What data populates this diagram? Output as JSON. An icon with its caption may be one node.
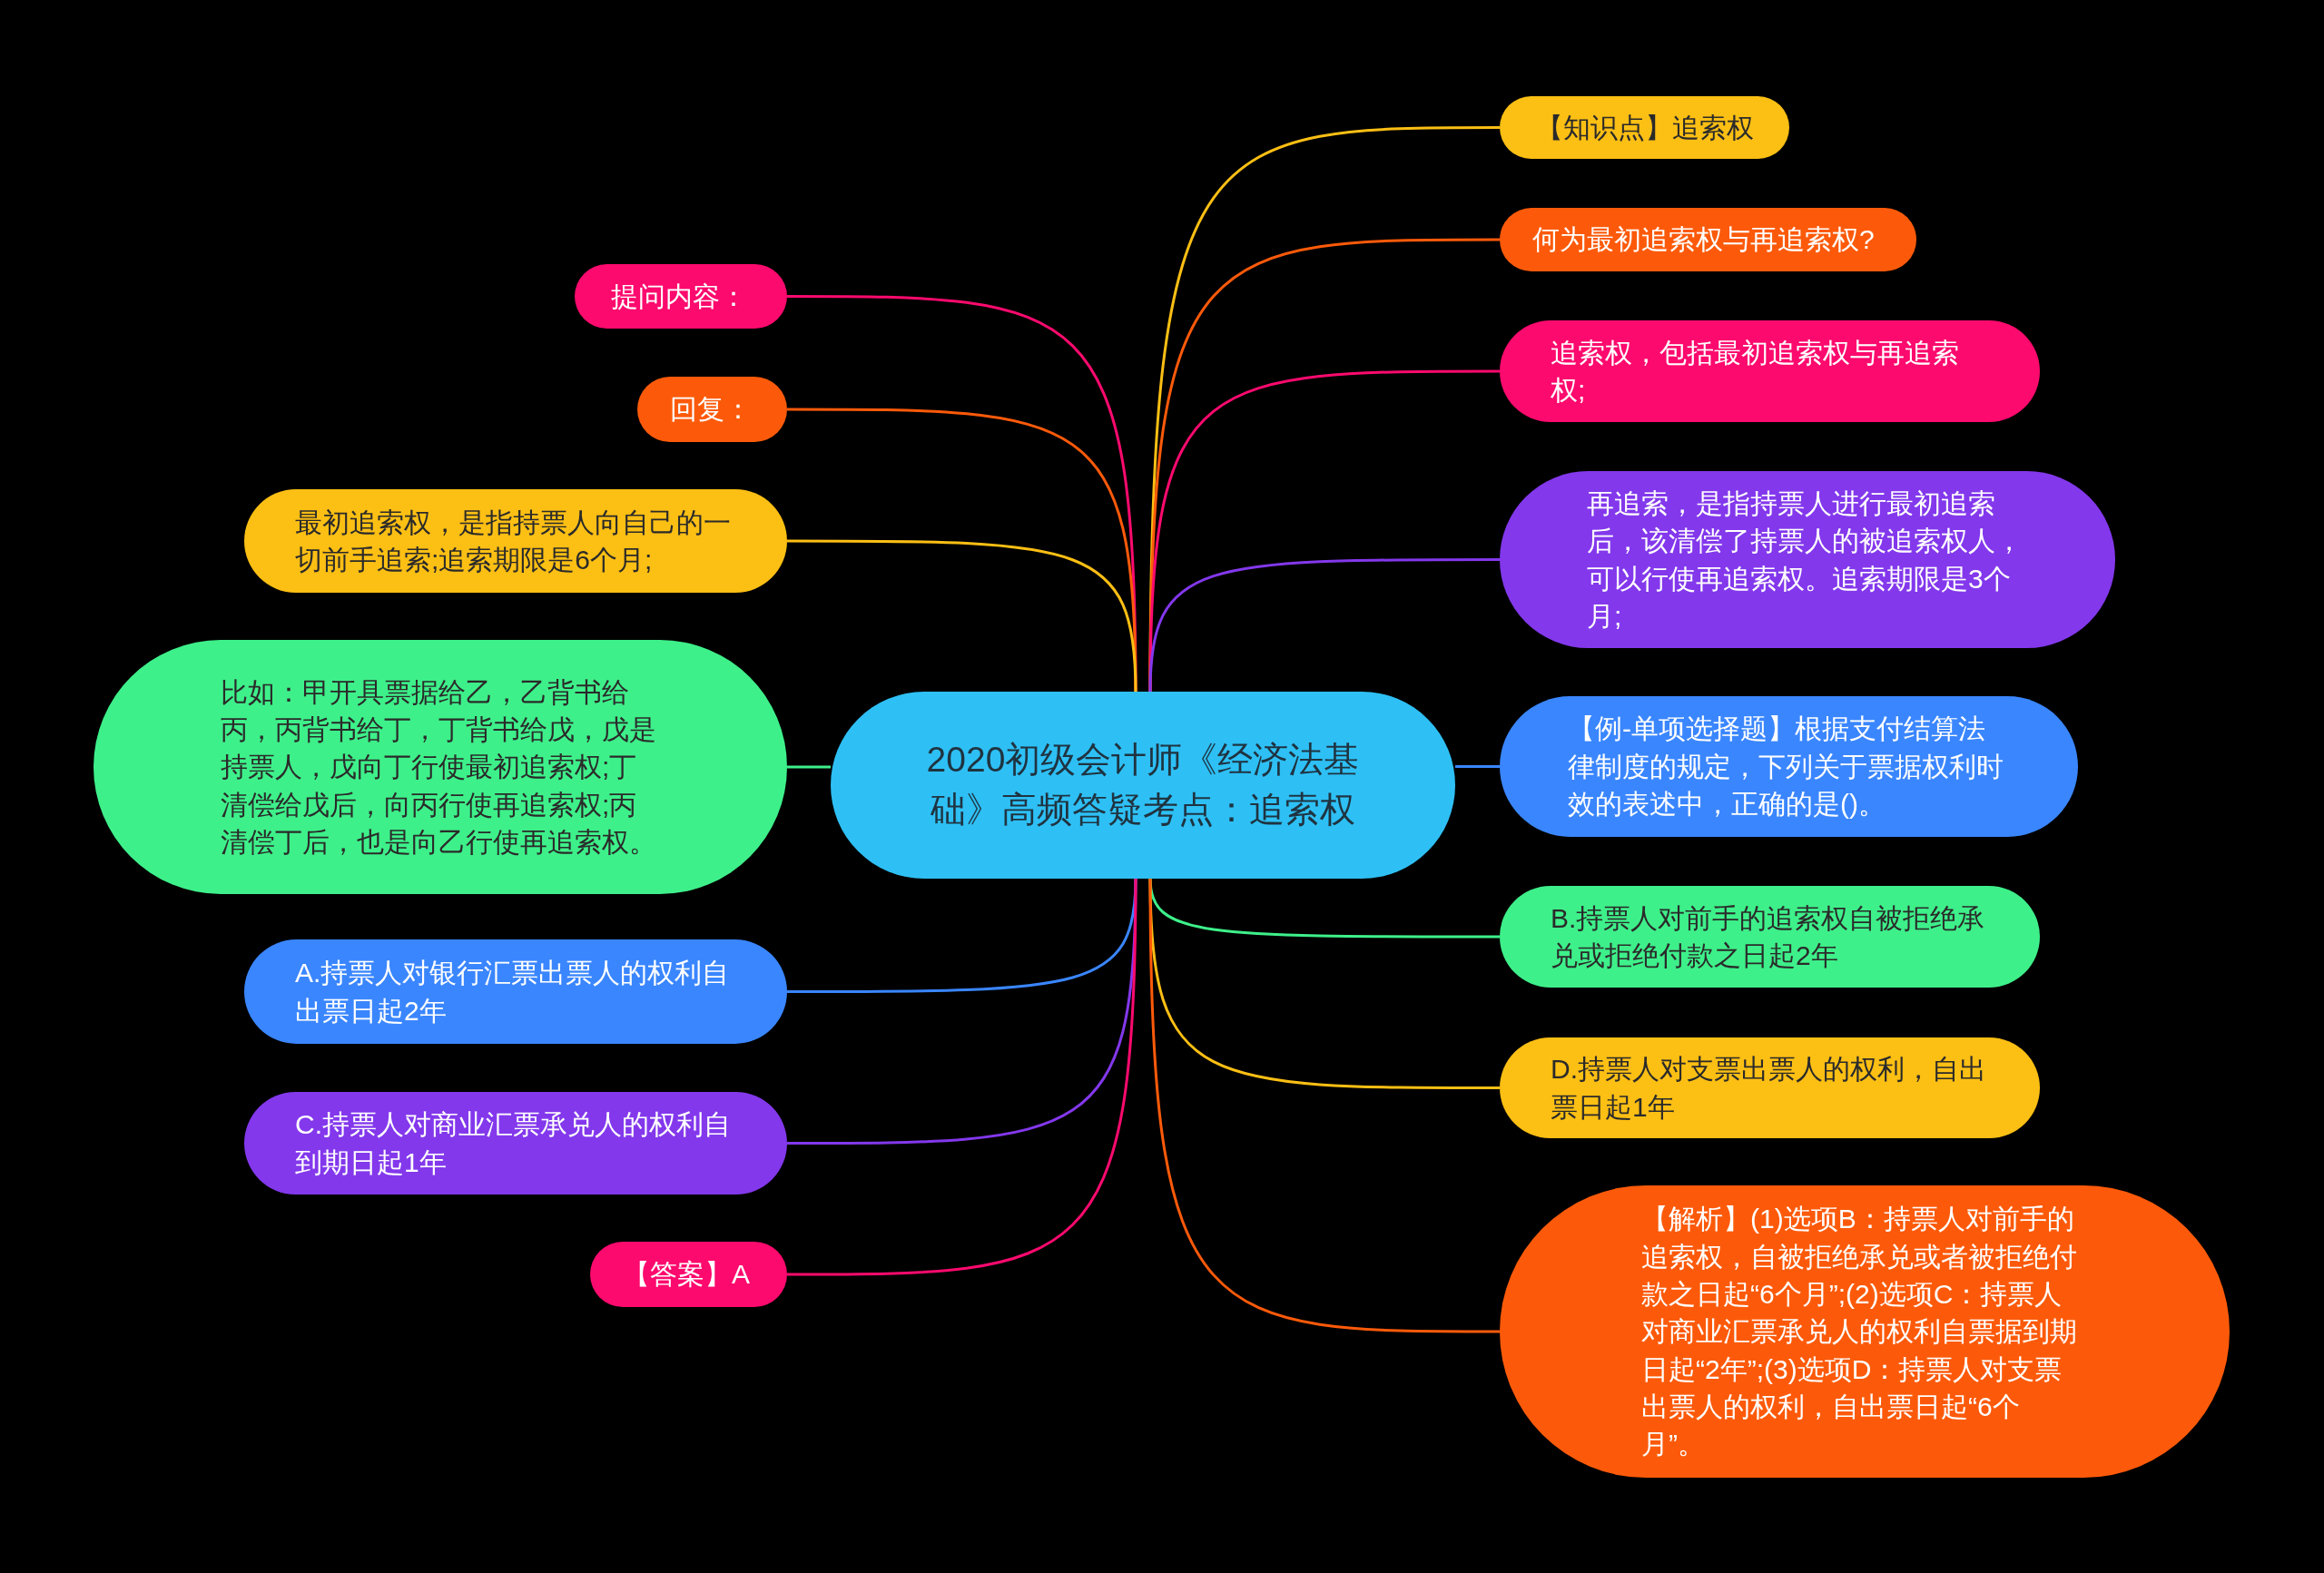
{
  "diagram": {
    "nodes": [
      {
        "text": [
          "2020初级会计师《经济法基础》高频答疑考点：追索权"
        ]
      },
      {
        "text": [
          "【知识点】追索权"
        ]
      },
      {
        "text": [
          "何为最初追索权与再追索权?"
        ]
      },
      {
        "text": [
          "追索权，包括最初追索权与再追索权;"
        ]
      },
      {
        "text": [
          "再追索，是指持票人进行最初追索后，该清偿了持票人的被追索权人，可以行使再追索权。追索期限是3个月;"
        ]
      },
      {
        "text": [
          "【例-单项选择题】根据支付结算法律制度的规定，下列关于票据权利时效的表述中，正确的是()。"
        ]
      },
      {
        "text": [
          "B.持票人对前手的追索权自被拒绝承兑或拒绝付款之日起2年"
        ]
      },
      {
        "text": [
          "D.持票人对支票出票人的权利，自出票日起1年"
        ]
      },
      {
        "text": [
          "【解析】(1)选项B：持票人对前手的追索权，自被拒绝承兑或者被拒绝付款之日起“6个月”;(2)选项C：持票人对商业汇票承兑人的权利自票据到期日起“2年”;(3)选项D：持票人对支票出票人的权利，自出票日起“6个月”。"
        ]
      },
      {
        "text": [
          "提问内容："
        ]
      },
      {
        "text": [
          "回复："
        ]
      },
      {
        "text": [
          "最初追索权，是指持票人向自己的一切前手追索;追索期限是6个月;"
        ]
      },
      {
        "text": [
          "比如：甲开具票据给乙，乙背书给丙，丙背书给丁，丁背书给戊，戊是持票人，戊向丁行使最初追索权;丁清偿给戊后，向丙行使再追索权;丙清偿丁后，也是向乙行使再追索权。"
        ]
      },
      {
        "text": [
          "A.持票人对银行汇票出票人的权利自出票日起2年"
        ]
      },
      {
        "text": [
          "C.持票人对商业汇票承兑人的权利自到期日起1年"
        ]
      },
      {
        "text": [
          "【答案】A"
        ]
      }
    ],
    "edges": [
      {
        "from": 0,
        "to": 1,
        "arrow": "none",
        "color": "#fcbf14"
      },
      {
        "from": 0,
        "to": 2,
        "arrow": "none",
        "color": "#fc5a0a"
      },
      {
        "from": 0,
        "to": 3,
        "arrow": "none",
        "color": "#fc0a6e"
      },
      {
        "from": 0,
        "to": 4,
        "arrow": "none",
        "color": "#8338ec"
      },
      {
        "from": 0,
        "to": 5,
        "arrow": "none",
        "color": "#3a86ff"
      },
      {
        "from": 0,
        "to": 6,
        "arrow": "none",
        "color": "#3ef08a"
      },
      {
        "from": 0,
        "to": 7,
        "arrow": "none",
        "color": "#fcbf14"
      },
      {
        "from": 0,
        "to": 8,
        "arrow": "none",
        "color": "#fc5a0a"
      },
      {
        "from": 0,
        "to": 9,
        "arrow": "none",
        "color": "#fc0a6e"
      },
      {
        "from": 0,
        "to": 10,
        "arrow": "none",
        "color": "#fc5a0a"
      },
      {
        "from": 0,
        "to": 11,
        "arrow": "none",
        "color": "#fcbf14"
      },
      {
        "from": 0,
        "to": 12,
        "arrow": "none",
        "color": "#3ef08a"
      },
      {
        "from": 0,
        "to": 13,
        "arrow": "none",
        "color": "#3a86ff"
      },
      {
        "from": 0,
        "to": 14,
        "arrow": "none",
        "color": "#8338ec"
      },
      {
        "from": 0,
        "to": 15,
        "arrow": "none",
        "color": "#fc0a6e"
      }
    ]
  }
}
